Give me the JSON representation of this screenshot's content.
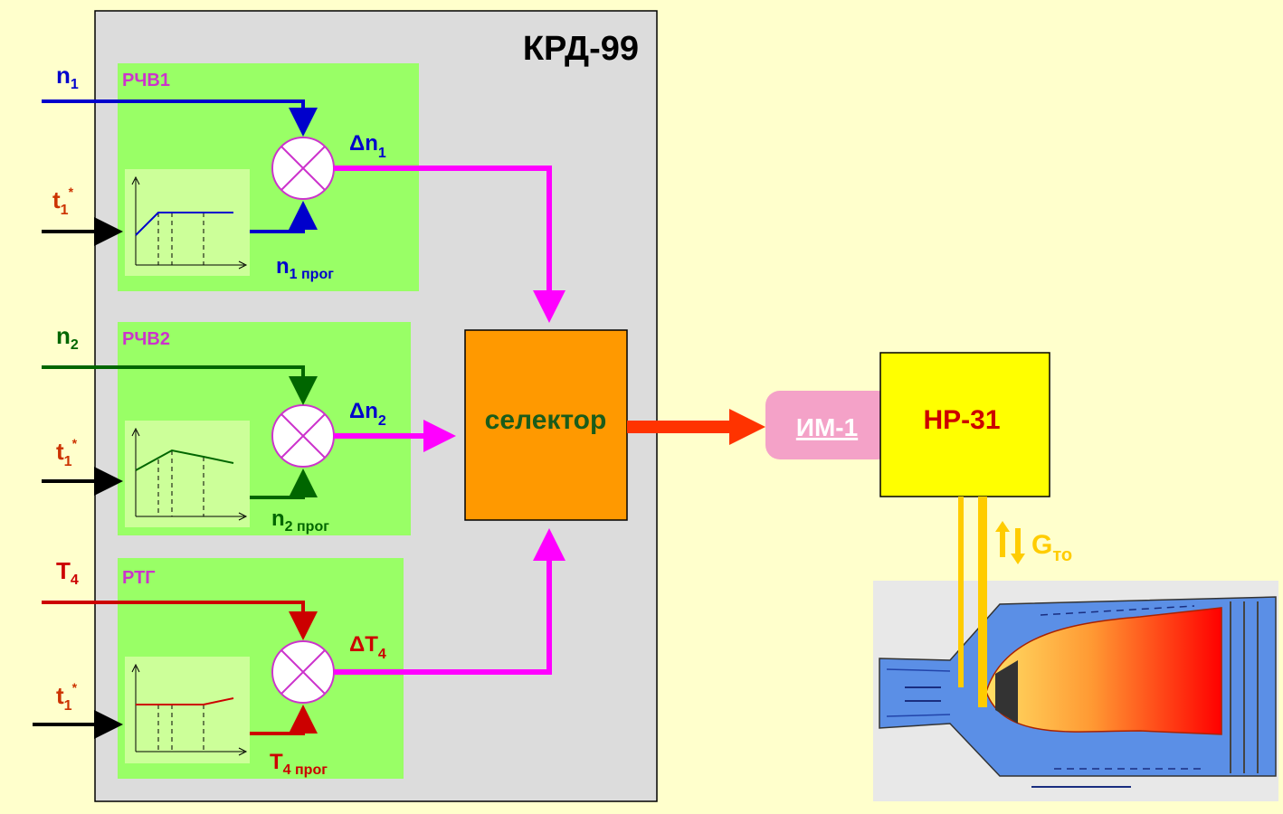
{
  "main_title": "КРД-99",
  "regulators": [
    {
      "name": "РЧВ1",
      "input_main": {
        "base": "n",
        "sub": "1"
      },
      "input_temp": {
        "base": "t",
        "sub": "1",
        "sup": "*"
      },
      "delta": {
        "base": "Δn",
        "sub": "1"
      },
      "program": {
        "base": "n",
        "sub": "1 прог"
      }
    },
    {
      "name": "РЧВ2",
      "input_main": {
        "base": "n",
        "sub": "2"
      },
      "input_temp": {
        "base": "t",
        "sub": "1",
        "sup": "*"
      },
      "delta": {
        "base": "Δn",
        "sub": "2"
      },
      "program": {
        "base": "n",
        "sub": "2 прог"
      }
    },
    {
      "name": "РТГ",
      "input_main": {
        "base": "T",
        "sub": "4"
      },
      "input_temp": {
        "base": "t",
        "sub": "1",
        "sup": "*"
      },
      "delta": {
        "base": "ΔT",
        "sub": "4"
      },
      "program": {
        "base": "T",
        "sub": "4 прог"
      }
    }
  ],
  "selector_label": "селектор",
  "actuator_label": "ИМ-1",
  "pump_regulator_label": "НР-31",
  "fuel_flow": {
    "base": "G",
    "sub": "то"
  },
  "colors": {
    "background": "#FFFFCC",
    "controller_panel": "#DCDCDC",
    "regulator_block": "#99FF66",
    "selector": "#FF9900",
    "actuator": "#F4A2C8",
    "pump_regulator": "#FFFF00",
    "signal_magenta": "#FF00FF",
    "n1_blue": "#0000CC",
    "n2_green": "#006600",
    "t4_red": "#CC0000",
    "output_arrow": "#FF3300",
    "regulator_name": "#CC33CC",
    "fuel_lines": "#FFCC00"
  }
}
